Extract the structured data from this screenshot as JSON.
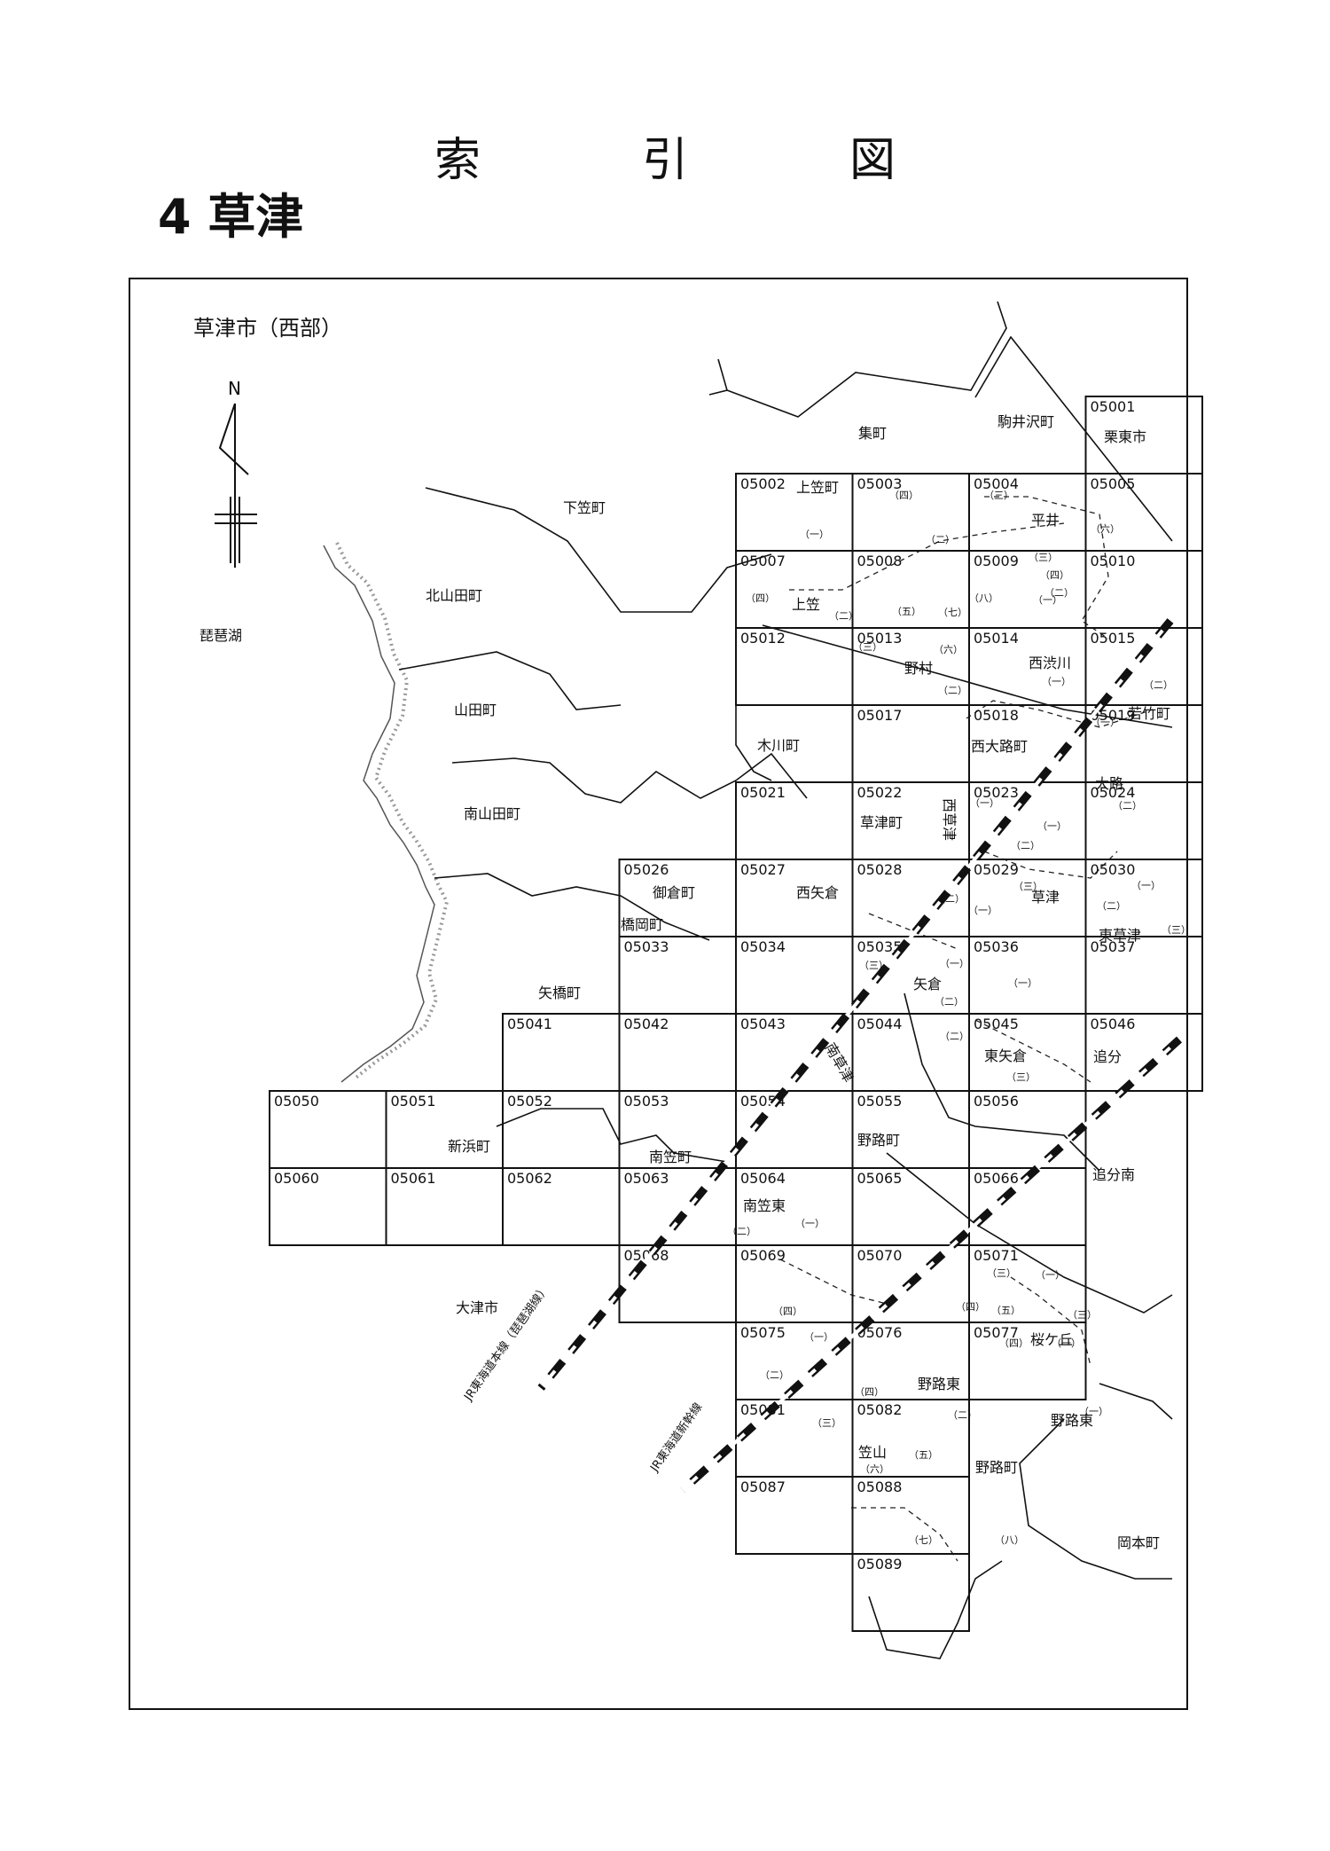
{
  "page": {
    "title_chars": [
      "索",
      "引",
      "図"
    ],
    "subtitle": "4 草津",
    "map_title": "草津市（西部）",
    "north_label": "N"
  },
  "grid": {
    "cell_w": 131.5,
    "cell_h": 87,
    "rows": [
      {
        "row": 0,
        "cells": [
          [
            8,
            "05001"
          ]
        ]
      },
      {
        "row": 1,
        "cells": [
          [
            4,
            "05002"
          ],
          [
            5,
            "05003"
          ],
          [
            6,
            "05004"
          ],
          [
            7,
            "05005"
          ]
        ]
      },
      {
        "row": 2,
        "cells": [
          [
            4,
            "05007"
          ],
          [
            5,
            "05008"
          ],
          [
            6,
            "05009"
          ],
          [
            7,
            "05010"
          ]
        ]
      },
      {
        "row": 3,
        "cells": [
          [
            4,
            "05012"
          ],
          [
            5,
            "05013"
          ],
          [
            6,
            "05014"
          ],
          [
            7,
            "05015"
          ]
        ]
      },
      {
        "row": 4,
        "cells": [
          [
            5,
            "05017"
          ],
          [
            6,
            "05018"
          ],
          [
            7,
            "05019"
          ]
        ]
      },
      {
        "row": 5,
        "cells": [
          [
            4,
            "05021"
          ],
          [
            5,
            "05022"
          ],
          [
            6,
            "05023"
          ],
          [
            7,
            "05024"
          ]
        ]
      },
      {
        "row": 6,
        "cells": [
          [
            3,
            "05026"
          ],
          [
            4,
            "05027"
          ],
          [
            5,
            "05028"
          ],
          [
            6,
            "05029"
          ],
          [
            7,
            "05030"
          ]
        ]
      },
      {
        "row": 7,
        "cells": [
          [
            3,
            "05033"
          ],
          [
            4,
            "05034"
          ],
          [
            5,
            "05035"
          ],
          [
            6,
            "05036"
          ],
          [
            7,
            "05037"
          ]
        ]
      },
      {
        "row": 8,
        "cells": [
          [
            2,
            "05041"
          ],
          [
            3,
            "05042"
          ],
          [
            4,
            "05043"
          ],
          [
            5,
            "05044"
          ],
          [
            6,
            "05045"
          ],
          [
            7,
            "05046"
          ]
        ]
      },
      {
        "row": 9,
        "cells": [
          [
            0,
            "05050"
          ],
          [
            1,
            "05051"
          ],
          [
            2,
            "05052"
          ],
          [
            3,
            "05053"
          ],
          [
            4,
            "05054"
          ],
          [
            5,
            "05055"
          ],
          [
            6,
            "05056"
          ]
        ]
      },
      {
        "row": 10,
        "cells": [
          [
            0,
            "05060"
          ],
          [
            1,
            "05061"
          ],
          [
            2,
            "05062"
          ],
          [
            3,
            "05063"
          ],
          [
            4,
            "05064"
          ],
          [
            5,
            "05065"
          ],
          [
            6,
            "05066"
          ]
        ]
      },
      {
        "row": 11,
        "cells": [
          [
            3,
            "05068"
          ],
          [
            4,
            "05069"
          ],
          [
            5,
            "05070"
          ],
          [
            6,
            "05071"
          ]
        ]
      },
      {
        "row": 12,
        "cells": [
          [
            4,
            "05075"
          ],
          [
            5,
            "05076"
          ],
          [
            6,
            "05077"
          ]
        ]
      },
      {
        "row": 13,
        "cells": [
          [
            4,
            "05081"
          ],
          [
            5,
            "05082"
          ]
        ]
      },
      {
        "row": 14,
        "cells": [
          [
            4,
            "05087"
          ],
          [
            5,
            "05088"
          ]
        ]
      },
      {
        "row": 15,
        "cells": [
          [
            5,
            "05089"
          ]
        ]
      }
    ]
  },
  "place_names": [
    {
      "t": "集町"
    },
    {
      "t": "駒井沢町"
    },
    {
      "t": "栗東市"
    },
    {
      "t": "下笠町"
    },
    {
      "t": "上笠町"
    },
    {
      "t": "平井"
    },
    {
      "t": "北山田町"
    },
    {
      "t": "上笠"
    },
    {
      "t": "琵琶湖"
    },
    {
      "t": "西渋川"
    },
    {
      "t": "野村"
    },
    {
      "t": "山田町"
    },
    {
      "t": "木川町"
    },
    {
      "t": "西大路町"
    },
    {
      "t": "若竹町"
    },
    {
      "t": "大路"
    },
    {
      "t": "南山田町"
    },
    {
      "t": "草津町"
    },
    {
      "t": "西草津"
    },
    {
      "t": "御倉町"
    },
    {
      "t": "西矢倉"
    },
    {
      "t": "草津"
    },
    {
      "t": "橋岡町"
    },
    {
      "t": "東草津"
    },
    {
      "t": "矢橋町"
    },
    {
      "t": "矢倉"
    },
    {
      "t": "東矢倉"
    },
    {
      "t": "追分"
    },
    {
      "t": "南草津"
    },
    {
      "t": "新浜町"
    },
    {
      "t": "野路町"
    },
    {
      "t": "南笠町"
    },
    {
      "t": "追分南"
    },
    {
      "t": "南笠東"
    },
    {
      "t": "大津市"
    },
    {
      "t": "桜ケ丘"
    },
    {
      "t": "野路東"
    },
    {
      "t": "野路東"
    },
    {
      "t": "笠山"
    },
    {
      "t": "野路町"
    },
    {
      "t": "岡本町"
    },
    {
      "t": "JR東海道本線（琵琶湖線）"
    },
    {
      "t": "JR東海道新幹線"
    }
  ],
  "chome_marks": [
    "（一）",
    "（二）",
    "（三）",
    "（四）",
    "（五）",
    "（六）",
    "（七）",
    "（八）"
  ]
}
